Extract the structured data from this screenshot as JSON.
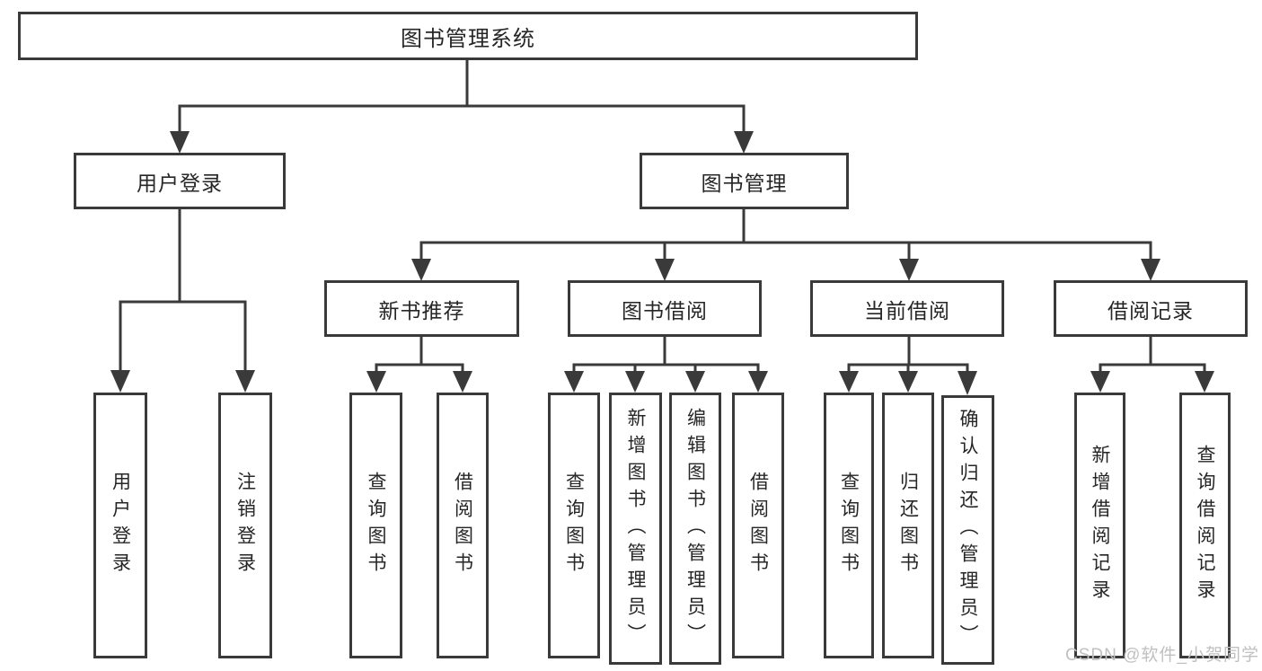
{
  "tree": {
    "root": "图书管理系统",
    "branches": [
      {
        "label": "用户登录",
        "leaves": [
          "用户登录",
          "注销登录"
        ]
      },
      {
        "label": "图书管理",
        "children": [
          {
            "label": "新书推荐",
            "leaves": [
              "查询图书",
              "借阅图书"
            ]
          },
          {
            "label": "图书借阅",
            "leaves": [
              "查询图书",
              "新增图书（管理员）",
              "编辑图书（管理员）",
              "借阅图书"
            ]
          },
          {
            "label": "当前借阅",
            "leaves": [
              "查询图书",
              "归还图书",
              "确认归还（管理员）"
            ]
          },
          {
            "label": "借阅记录",
            "leaves": [
              "新增借阅记录",
              "查询借阅记录"
            ]
          }
        ]
      }
    ]
  },
  "watermark": "CSDN @软件_小贺同学",
  "colors": {
    "line": "#3a3a3a",
    "box_border": "#3a3a3a",
    "text": "#262626",
    "watermark": "#c0c0c0",
    "background": "#ffffff"
  }
}
